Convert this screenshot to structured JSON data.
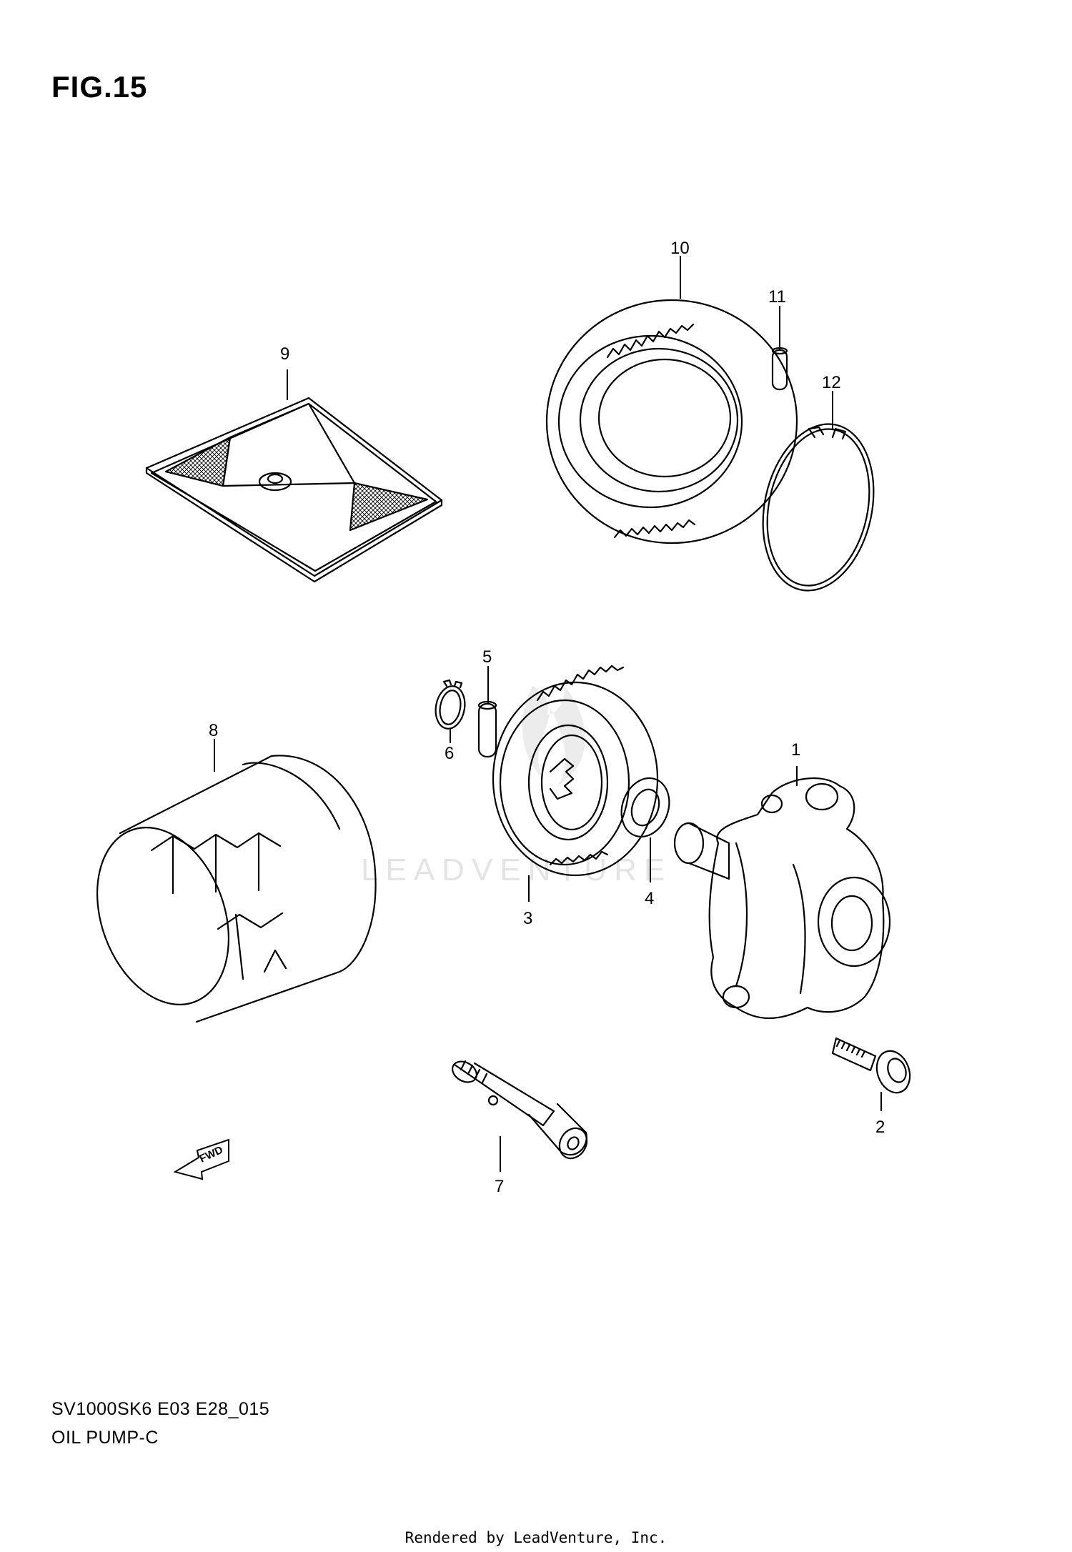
{
  "figure": {
    "title": "FIG.15",
    "model_code": "SV1000SK6 E03 E28_015",
    "name": "OIL PUMP-C"
  },
  "watermark": "LEADVENTURE",
  "direction_badge": "FWD",
  "credit": "Rendered by LeadVenture, Inc.",
  "callouts": [
    {
      "id": "1",
      "part": "oil-pump"
    },
    {
      "id": "2",
      "part": "bolt"
    },
    {
      "id": "3",
      "part": "driven-gear"
    },
    {
      "id": "4",
      "part": "washer"
    },
    {
      "id": "5",
      "part": "pin"
    },
    {
      "id": "6",
      "part": "circlip"
    },
    {
      "id": "7",
      "part": "union"
    },
    {
      "id": "8",
      "part": "oil-filter"
    },
    {
      "id": "9",
      "part": "oil-strainer"
    },
    {
      "id": "10",
      "part": "gear"
    },
    {
      "id": "11",
      "part": "pin"
    },
    {
      "id": "12",
      "part": "circlip"
    }
  ],
  "colors": {
    "line": "#000000",
    "background": "#ffffff",
    "watermark": "#e4e4e4"
  }
}
